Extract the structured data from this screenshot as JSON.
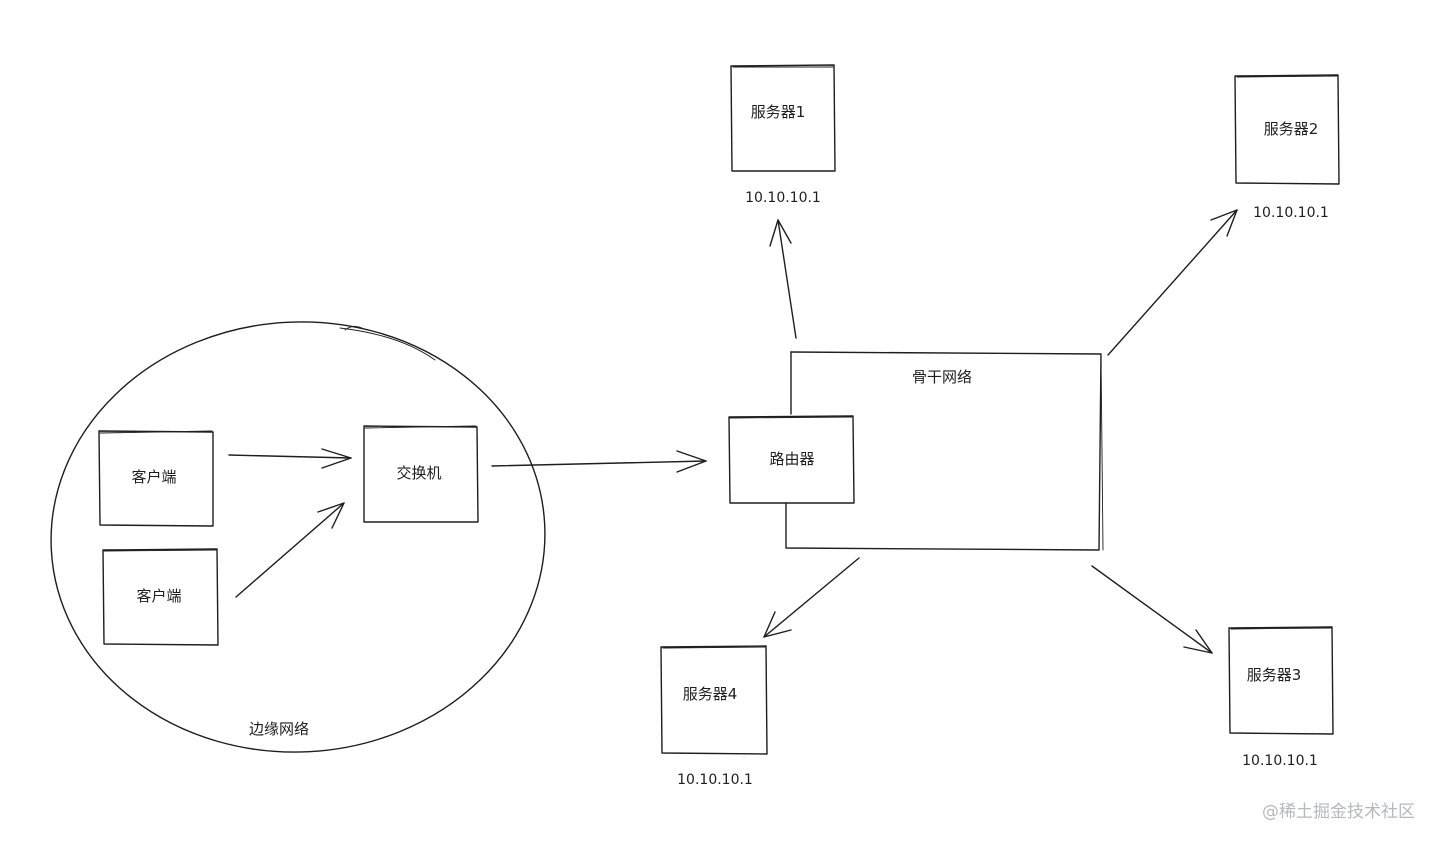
{
  "nodes": {
    "client_1": "客户端",
    "client_2": "客户端",
    "switch": "交换机",
    "router": "路由器",
    "server_1": "服务器1",
    "server_2": "服务器2",
    "server_3": "服务器3",
    "server_4": "服务器4"
  },
  "regions": {
    "edge_network": "边缘网络",
    "backbone_network": "骨干网络"
  },
  "ip_labels": {
    "server_1": "10.10.10.1",
    "server_2": "10.10.10.1",
    "server_3": "10.10.10.1",
    "server_4": "10.10.10.1"
  },
  "watermark": "@稀土掘金技术社区",
  "colors": {
    "stroke": "#1e1e1e",
    "background": "#ffffff",
    "watermark": "#b4b8bf"
  }
}
